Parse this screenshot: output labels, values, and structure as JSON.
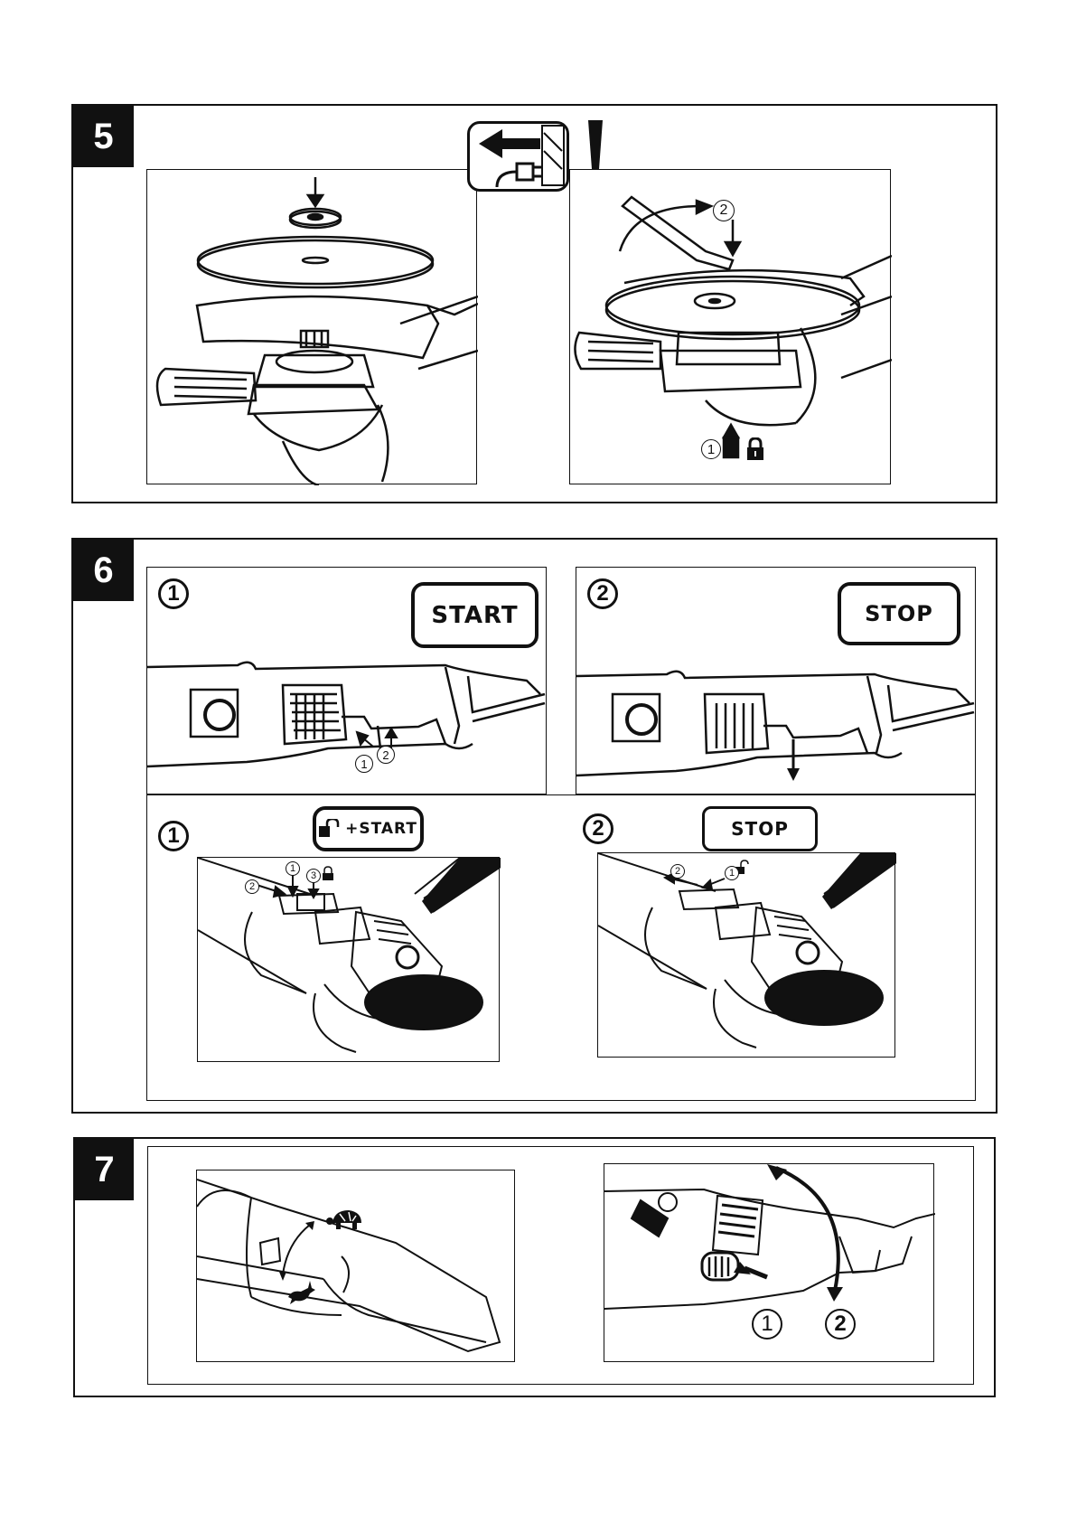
{
  "sections": [
    {
      "badge": "5"
    },
    {
      "badge": "6"
    },
    {
      "badge": "7"
    }
  ],
  "sec5": {
    "steps": {
      "one": "1",
      "two": "2"
    }
  },
  "sec6": {
    "top_left": {
      "step": "1",
      "label": "START",
      "small_1": "1",
      "small_2": "2"
    },
    "top_right": {
      "step": "2",
      "label": "STOP"
    },
    "bottom_left": {
      "step": "1",
      "label": "+START",
      "small_1": "1",
      "small_2": "2",
      "small_3": "3"
    },
    "bottom_right": {
      "step": "2",
      "label": "STOP",
      "small_1": "1",
      "small_2": "2"
    }
  },
  "sec7": {
    "steps": {
      "one": "1",
      "two": "2"
    }
  },
  "icons": [
    "unplug-icon",
    "warning-icon",
    "lock-icon",
    "unlock-icon",
    "turtle-icon",
    "rabbit-icon"
  ]
}
